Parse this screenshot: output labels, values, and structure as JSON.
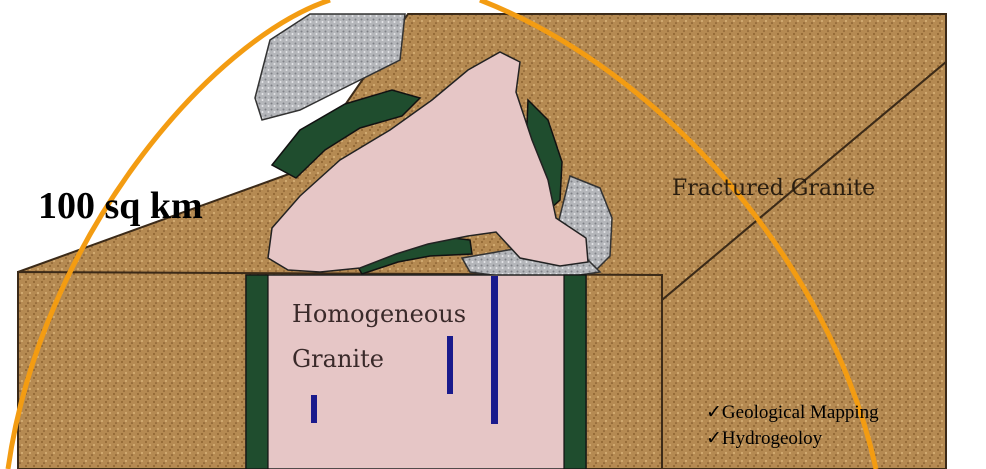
{
  "diagram": {
    "area_label": "100 sq km",
    "fractured_label": "Fractured Granite",
    "homogeneous_label_line1": "Homogeneous",
    "homogeneous_label_line2": "Granite",
    "checklist": [
      {
        "mark": "✓",
        "text": "Geological Mapping"
      },
      {
        "mark": "✓",
        "text": "Hydrogeoloy"
      }
    ]
  },
  "colors": {
    "soil": "#b58a52",
    "soil_dark": "#8c6230",
    "granite_pink": "#e6c6c6",
    "dyke_green": "#1f4d2e",
    "gravel": "#b4b6ba",
    "arc_orange": "#f39c12",
    "well_blue": "#1a1a8c"
  }
}
